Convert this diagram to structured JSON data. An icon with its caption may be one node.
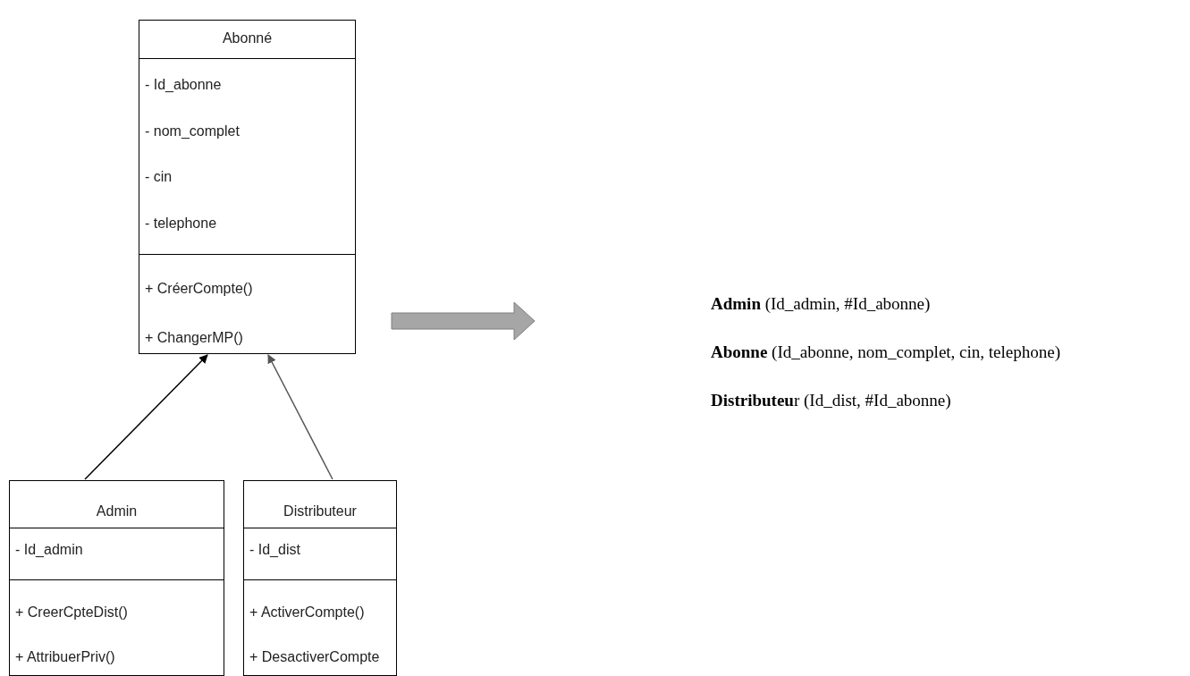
{
  "diagram": {
    "nodes": [
      {
        "text": [
          "Abonné",
          "- Id_abonne",
          "- nom_complet",
          "- cin",
          "- telephone",
          "+ CréerCompte()",
          "+ ChangerMP()"
        ]
      },
      {
        "text": [
          "Admin",
          "- Id_admin",
          "+ CreerCpteDist()",
          "+ AttribuerPriv()"
        ]
      },
      {
        "text": [
          "Distributeur",
          "- Id_dist",
          "+ ActiverCompte()",
          "+ DesactiverCompte"
        ]
      }
    ],
    "edges": [
      {
        "from": 1,
        "to": 0,
        "arrow": "to"
      },
      {
        "from": 2,
        "to": 0,
        "arrow": "to",
        "color": "#555555"
      }
    ],
    "labels": [
      "**Admin** (Id_admin, #Id_abonne)",
      "**Abonne** (Id_abonne, nom_complet, cin, telephone)",
      "**Distributeu**r (Id_dist, #Id_abonne)"
    ]
  }
}
